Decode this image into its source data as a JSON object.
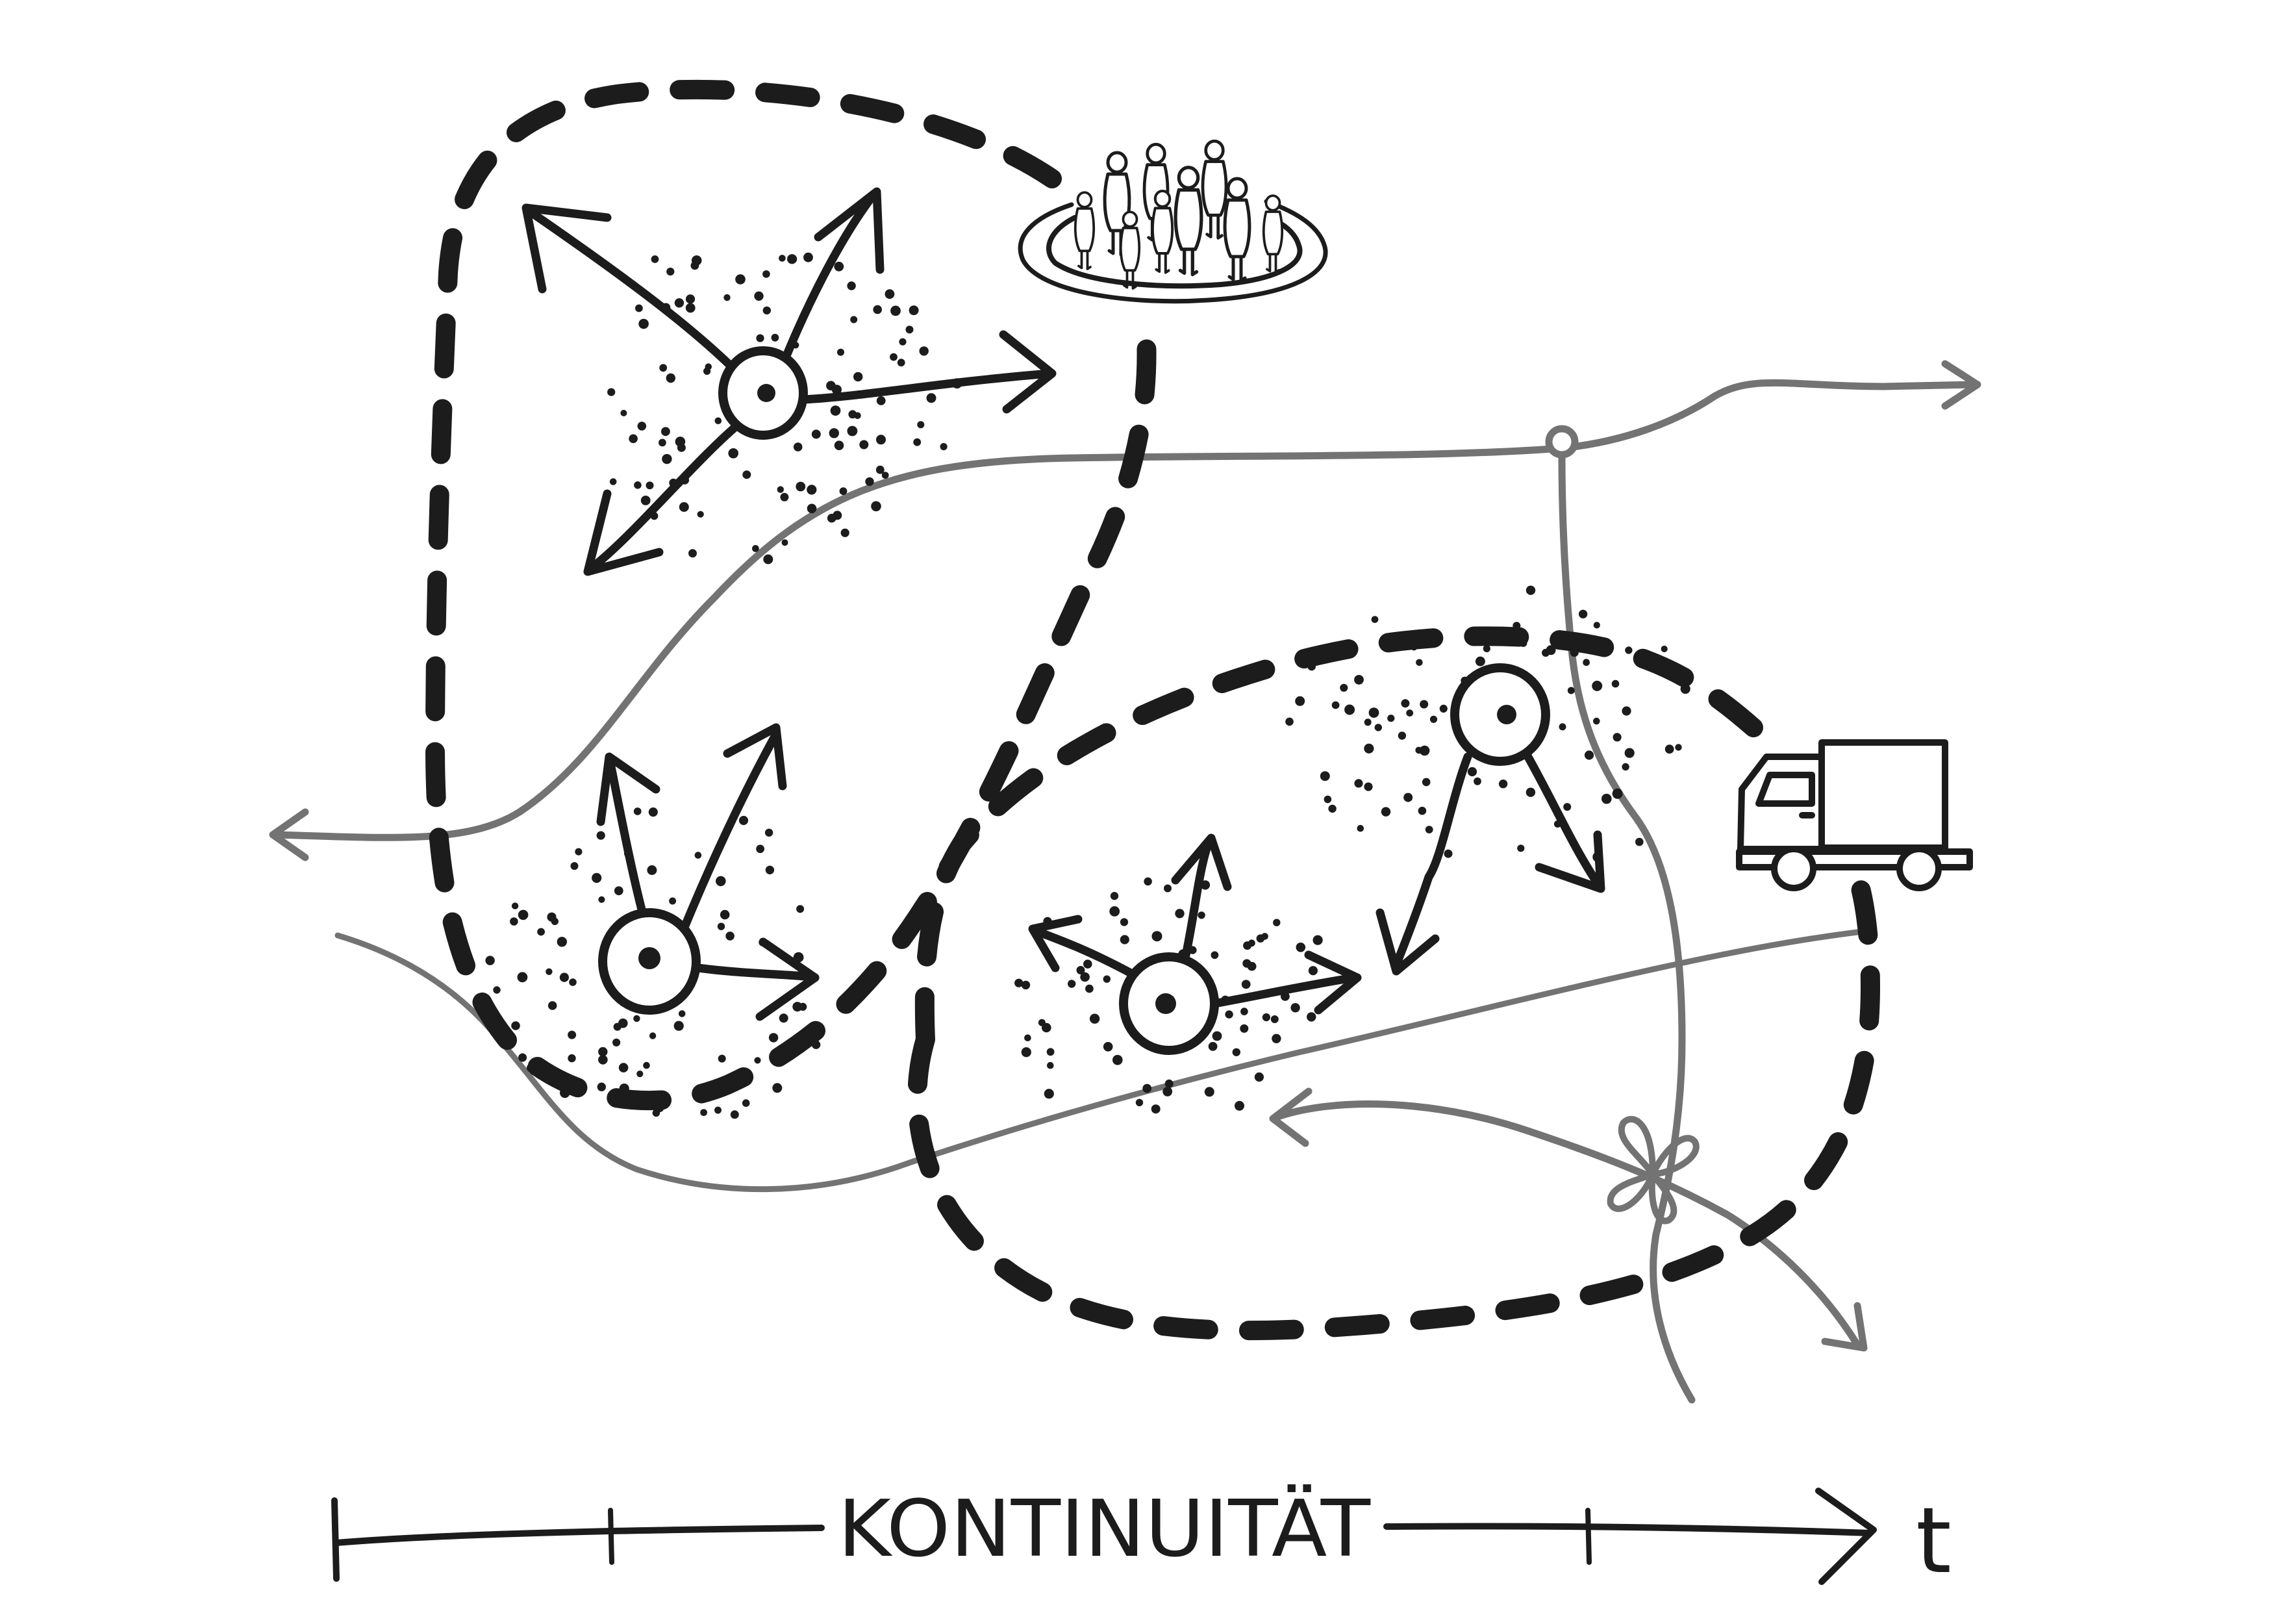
{
  "diagram": {
    "timeline": {
      "label": "KONTINUITÄT",
      "axis_symbol": "t",
      "tick_count": 2
    },
    "nodes": [
      {
        "id": "node-top-left",
        "arrow_count": 4
      },
      {
        "id": "node-lower-left",
        "arrow_count": 3
      },
      {
        "id": "node-center",
        "arrow_count": 3
      },
      {
        "id": "node-right",
        "arrow_count": 2
      }
    ],
    "icons": {
      "group": "people-group-icon",
      "truck": "truck-icon",
      "bow": "ribbon-bow-icon",
      "junction": "junction-circle-icon"
    },
    "people_count": 9,
    "colors": {
      "ink": "#1c1c1c",
      "gray_path": "#737373",
      "background": "#ffffff"
    }
  }
}
